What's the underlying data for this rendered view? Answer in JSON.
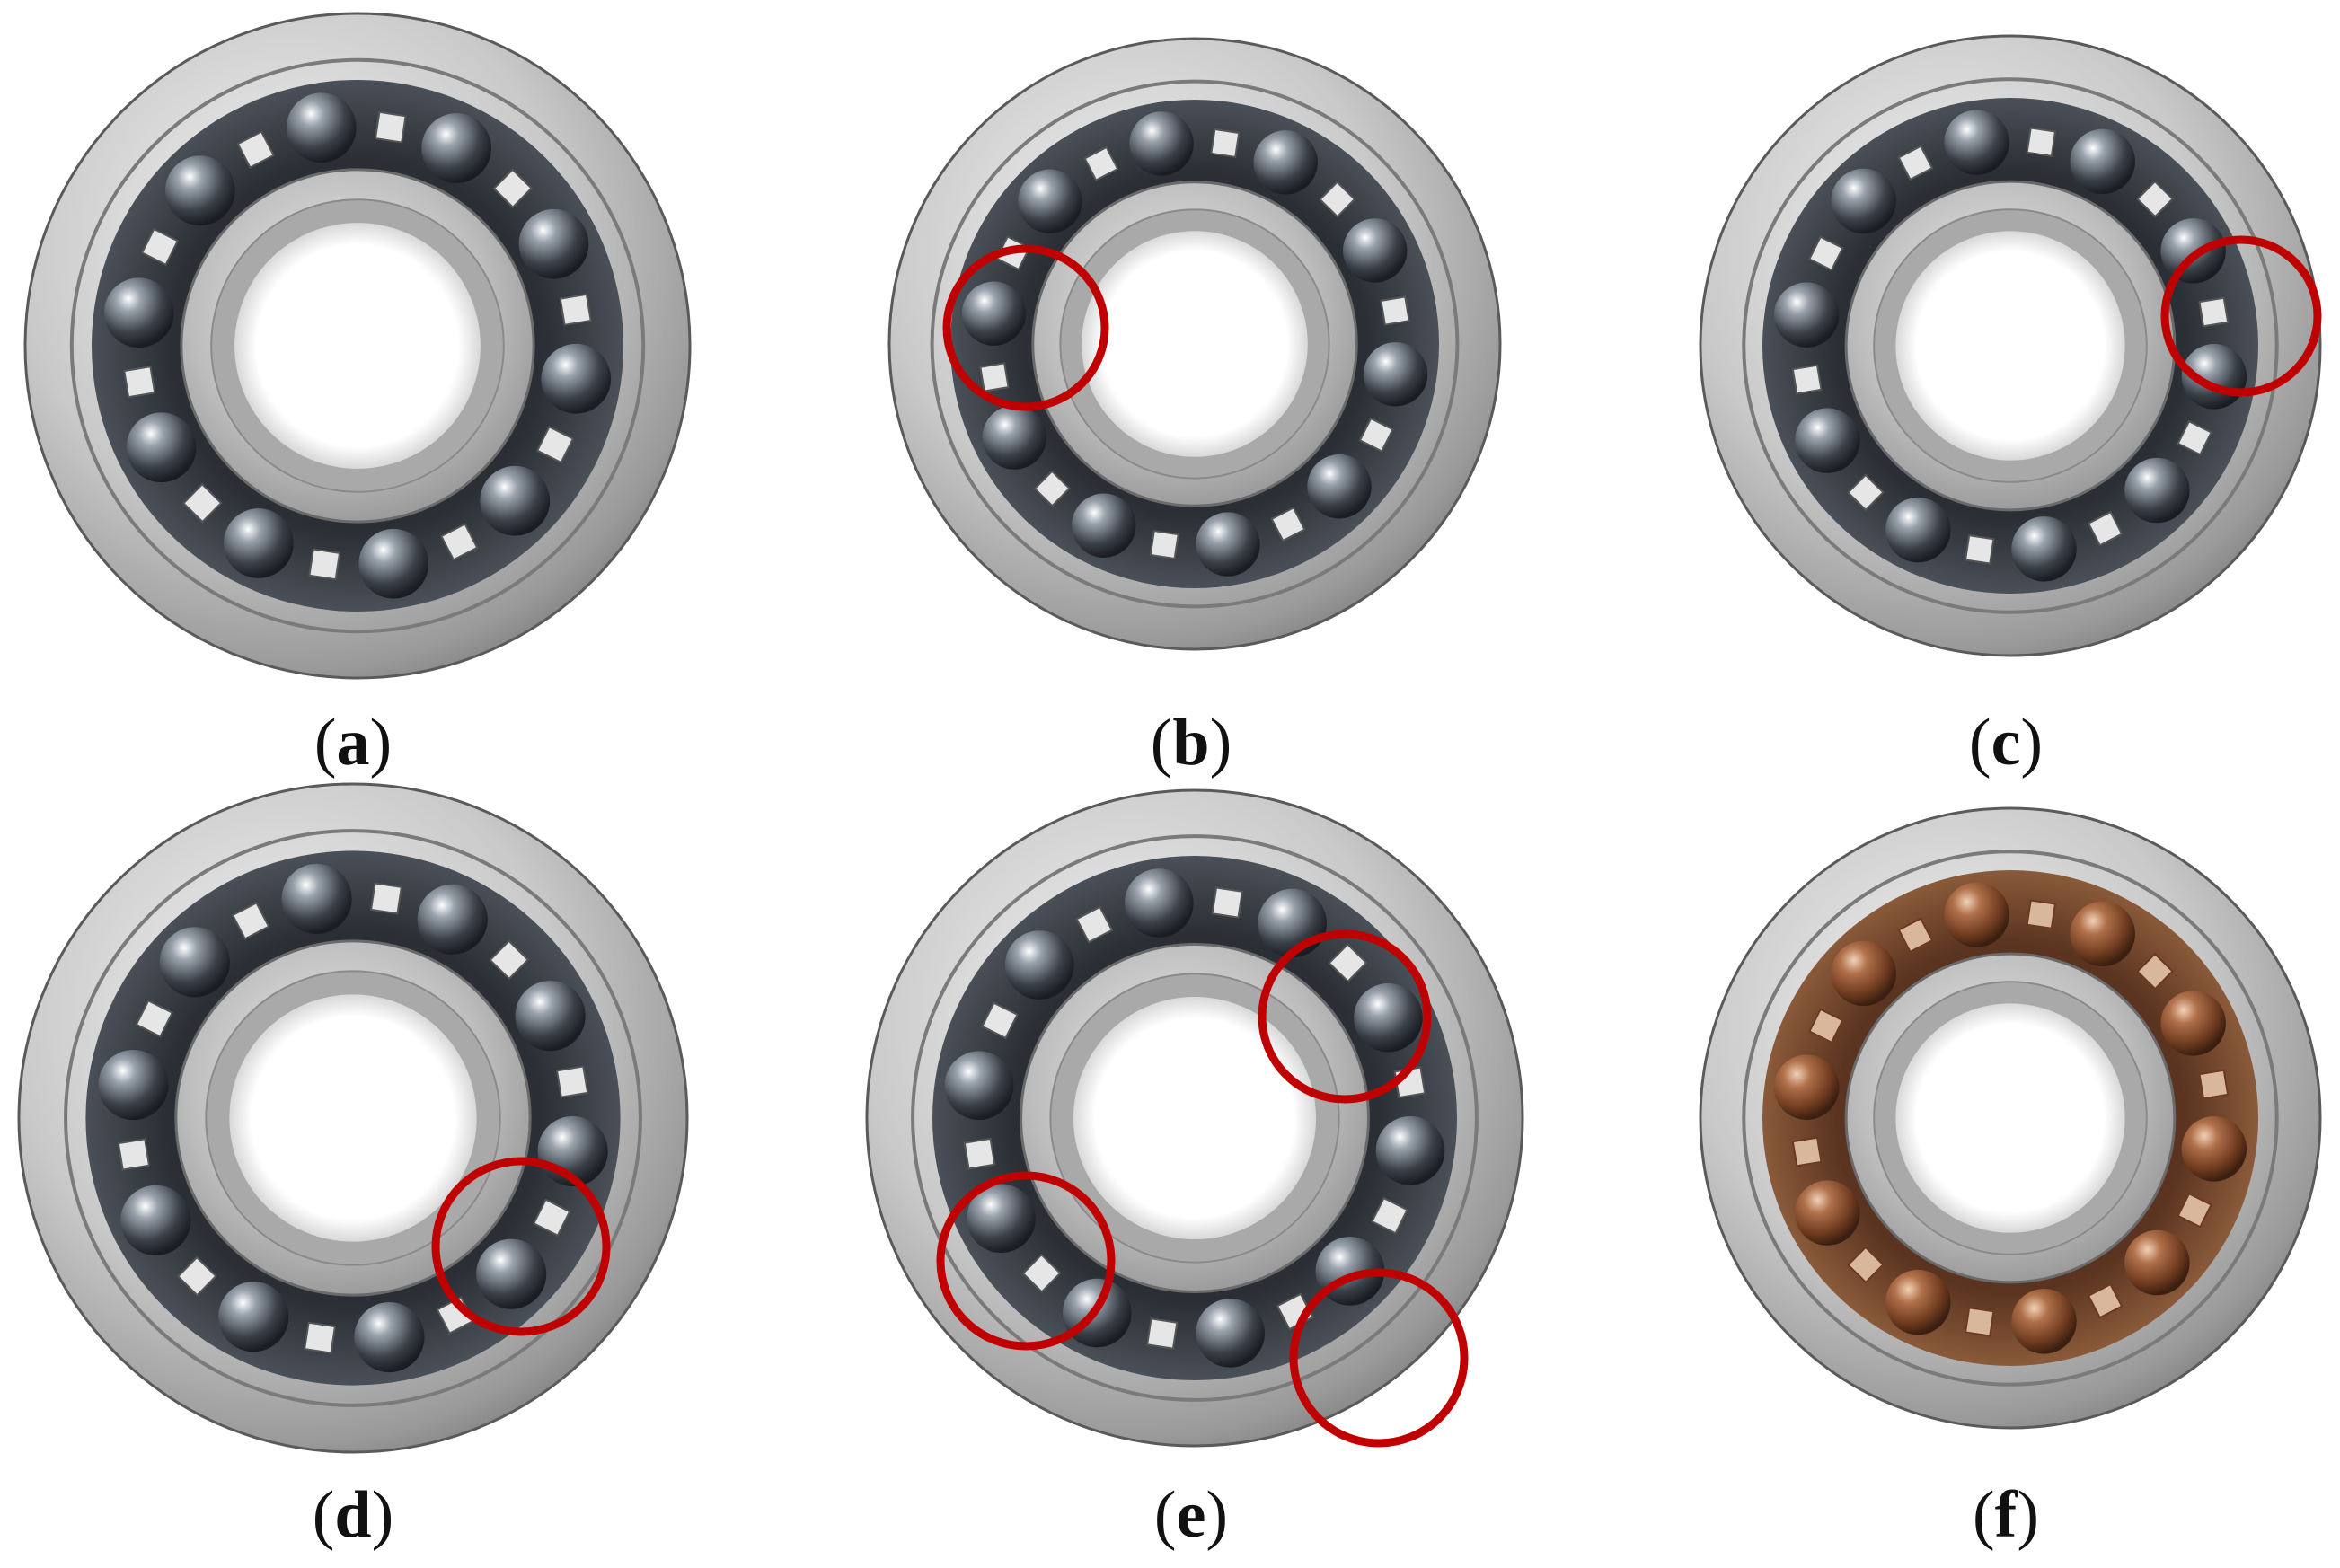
{
  "figure": {
    "background": "#ffffff",
    "annotation_color": "#c00000",
    "panels": [
      {
        "letter": "a",
        "lubrication": "grey",
        "defect_markers": 0
      },
      {
        "letter": "b",
        "lubrication": "grey",
        "defect_markers": 1
      },
      {
        "letter": "c",
        "lubrication": "grey",
        "defect_markers": 1
      },
      {
        "letter": "d",
        "lubrication": "grey",
        "defect_markers": 1
      },
      {
        "letter": "e",
        "lubrication": "grey",
        "defect_markers": 3
      },
      {
        "letter": "f",
        "lubrication": "rust",
        "defect_markers": 0
      }
    ]
  }
}
